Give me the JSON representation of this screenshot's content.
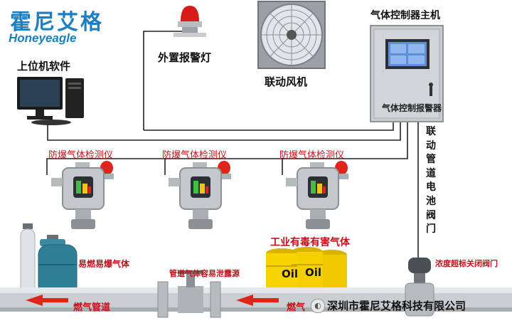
{
  "logo": {
    "cn": "霍尼艾格",
    "en": "Honeyeagle"
  },
  "labels": {
    "host_software": "上位机软件",
    "external_alarm": "外置报警灯",
    "linked_fan": "联动风机",
    "controller_host": "气体控制器主机",
    "controller_panel": "气体控制报警器",
    "detector_1": "防爆气体检测仪",
    "detector_2": "防爆气体检测仪",
    "detector_3": "防爆气体检测仪",
    "pipeline_valve": "联动管道电池阀门",
    "toxic_gas": "工业有毒有害气体",
    "flammable_gas": "易燃易爆气体",
    "leak_source": "管道气体容易泄露源",
    "gas_pipe_left": "燃气管道",
    "gas_pipe_right": "燃气",
    "shutoff_valve": "浓度超标关闭阀门",
    "company": "深圳市霍尼艾格科技有限公司",
    "oil": "Oil"
  },
  "colors": {
    "red": "#c0121a",
    "blue": "#1c7fc0",
    "pipe": "#c8ced3",
    "panel": "#c9cccf"
  }
}
